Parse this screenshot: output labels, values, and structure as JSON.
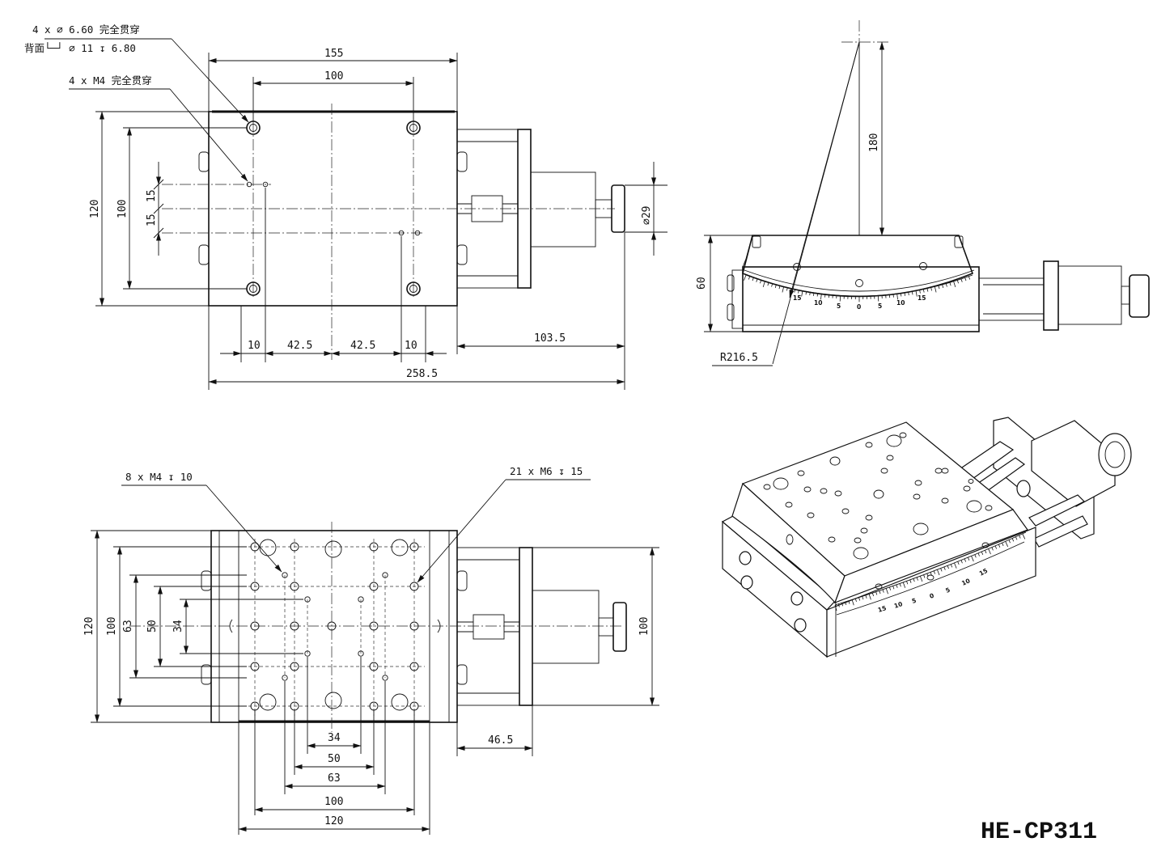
{
  "model_label": "HE-CP311",
  "top_view": {
    "notes": {
      "thru_hole_line1": "4 x ∅ 6.60 完全贯穿",
      "thru_hole_line2": "背面└─┘ ∅ 11 ↧ 6.80",
      "tapped_hole": "4 x M4 完全贯穿"
    },
    "dims": {
      "overall_width": "155",
      "hole_span": "100",
      "height_overall": "120",
      "height_holes": "100",
      "offset_a": "15",
      "offset_b": "15",
      "knob_diameter": "∅29",
      "x_10_left": "10",
      "x_42_5_left": "42.5",
      "x_42_5_right": "42.5",
      "x_10_right": "10",
      "drive_length": "103.5",
      "total_length": "258.5"
    }
  },
  "side_view": {
    "dims": {
      "rotation_height": "180",
      "height": "60",
      "radius": "R216.5"
    },
    "scale_labels": [
      "15",
      "10",
      "5",
      "0",
      "5",
      "10",
      "15"
    ]
  },
  "bottom_view": {
    "notes": {
      "m4_holes": "8 x M4 ↧ 10",
      "m6_holes": "21 x M6 ↧ 15"
    },
    "dims": {
      "v_120": "120",
      "v_100": "100",
      "v_63": "63",
      "v_50": "50",
      "v_34": "34",
      "drive_height": "100",
      "h_34": "34",
      "h_50": "50",
      "h_63": "63",
      "h_100": "100",
      "h_120": "120",
      "drive_offset": "46.5"
    }
  },
  "iso_view": {
    "scale_labels": [
      "15",
      "10",
      "5",
      "0",
      "5",
      "10",
      "15"
    ]
  }
}
